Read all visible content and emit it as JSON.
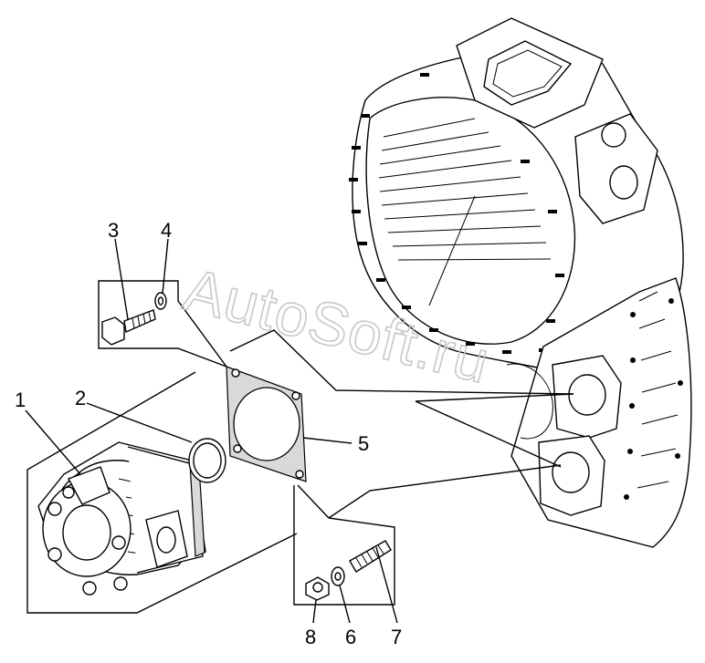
{
  "watermark": "AutoSoft.ru",
  "callouts": {
    "c1": "1",
    "c2": "2",
    "c3": "3",
    "c4": "4",
    "c5": "5",
    "c6": "6",
    "c7": "7",
    "c8": "8"
  }
}
